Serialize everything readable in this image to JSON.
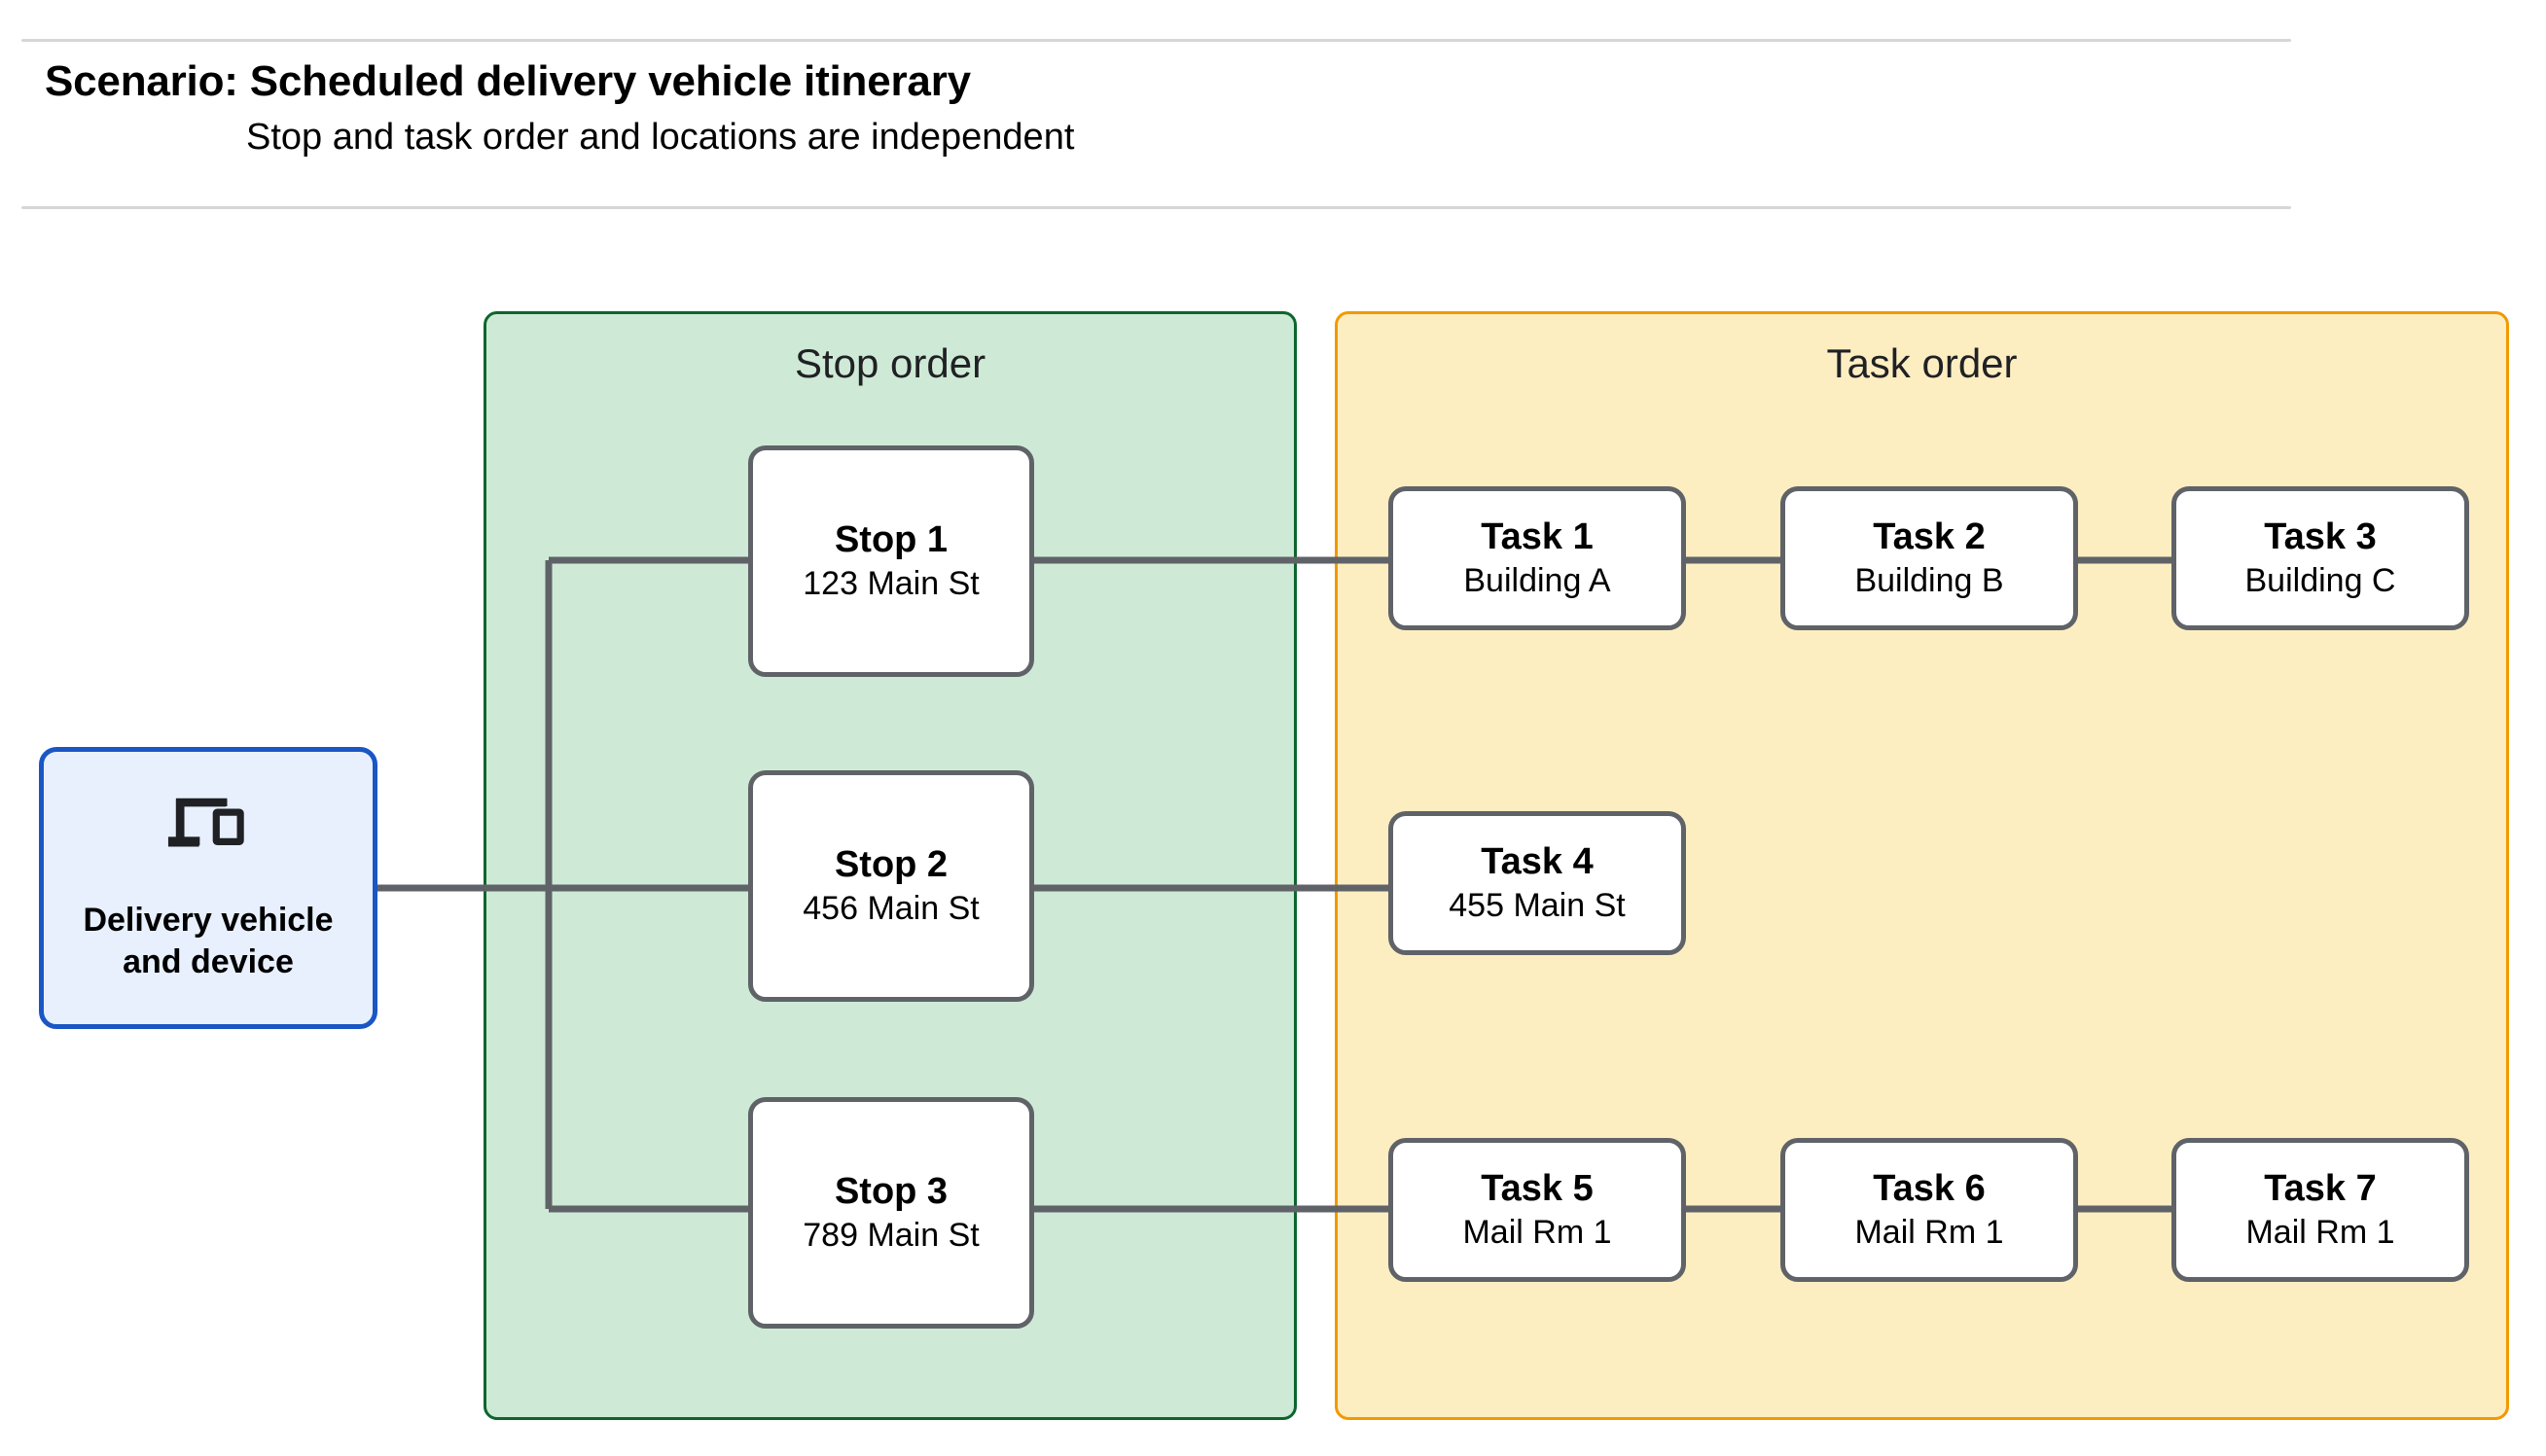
{
  "header": {
    "title": "Scenario: Scheduled delivery vehicle itinerary",
    "subtitle": "Stop and task order and locations are independent"
  },
  "device": {
    "icon": "devices-icon",
    "label_line_1": "Delivery vehicle",
    "label_line_2": "and device"
  },
  "panels": {
    "stop": {
      "title": "Stop order",
      "fill": "#ceead6",
      "border": "#0d652d"
    },
    "task": {
      "title": "Task order",
      "fill": "#fdeec2",
      "border": "#f29900"
    }
  },
  "stops": [
    {
      "title": "Stop 1",
      "address": "123 Main St"
    },
    {
      "title": "Stop 2",
      "address": "456 Main St"
    },
    {
      "title": "Stop 3",
      "address": "789 Main St"
    }
  ],
  "task_rows": [
    [
      {
        "title": "Task 1",
        "location": "Building A"
      },
      {
        "title": "Task 2",
        "location": "Building B"
      },
      {
        "title": "Task 3",
        "location": "Building C"
      }
    ],
    [
      {
        "title": "Task 4",
        "location": "455 Main St"
      }
    ],
    [
      {
        "title": "Task 5",
        "location": "Mail Rm 1"
      },
      {
        "title": "Task 6",
        "location": "Mail Rm 1"
      },
      {
        "title": "Task 7",
        "location": "Mail Rm 1"
      }
    ]
  ],
  "colors": {
    "connector": "#5f6368",
    "node_border": "#5f6368",
    "device_fill": "#e8f0fe",
    "device_border": "#1a56c4",
    "rule": "#d6d6d6",
    "text": "#000000"
  }
}
